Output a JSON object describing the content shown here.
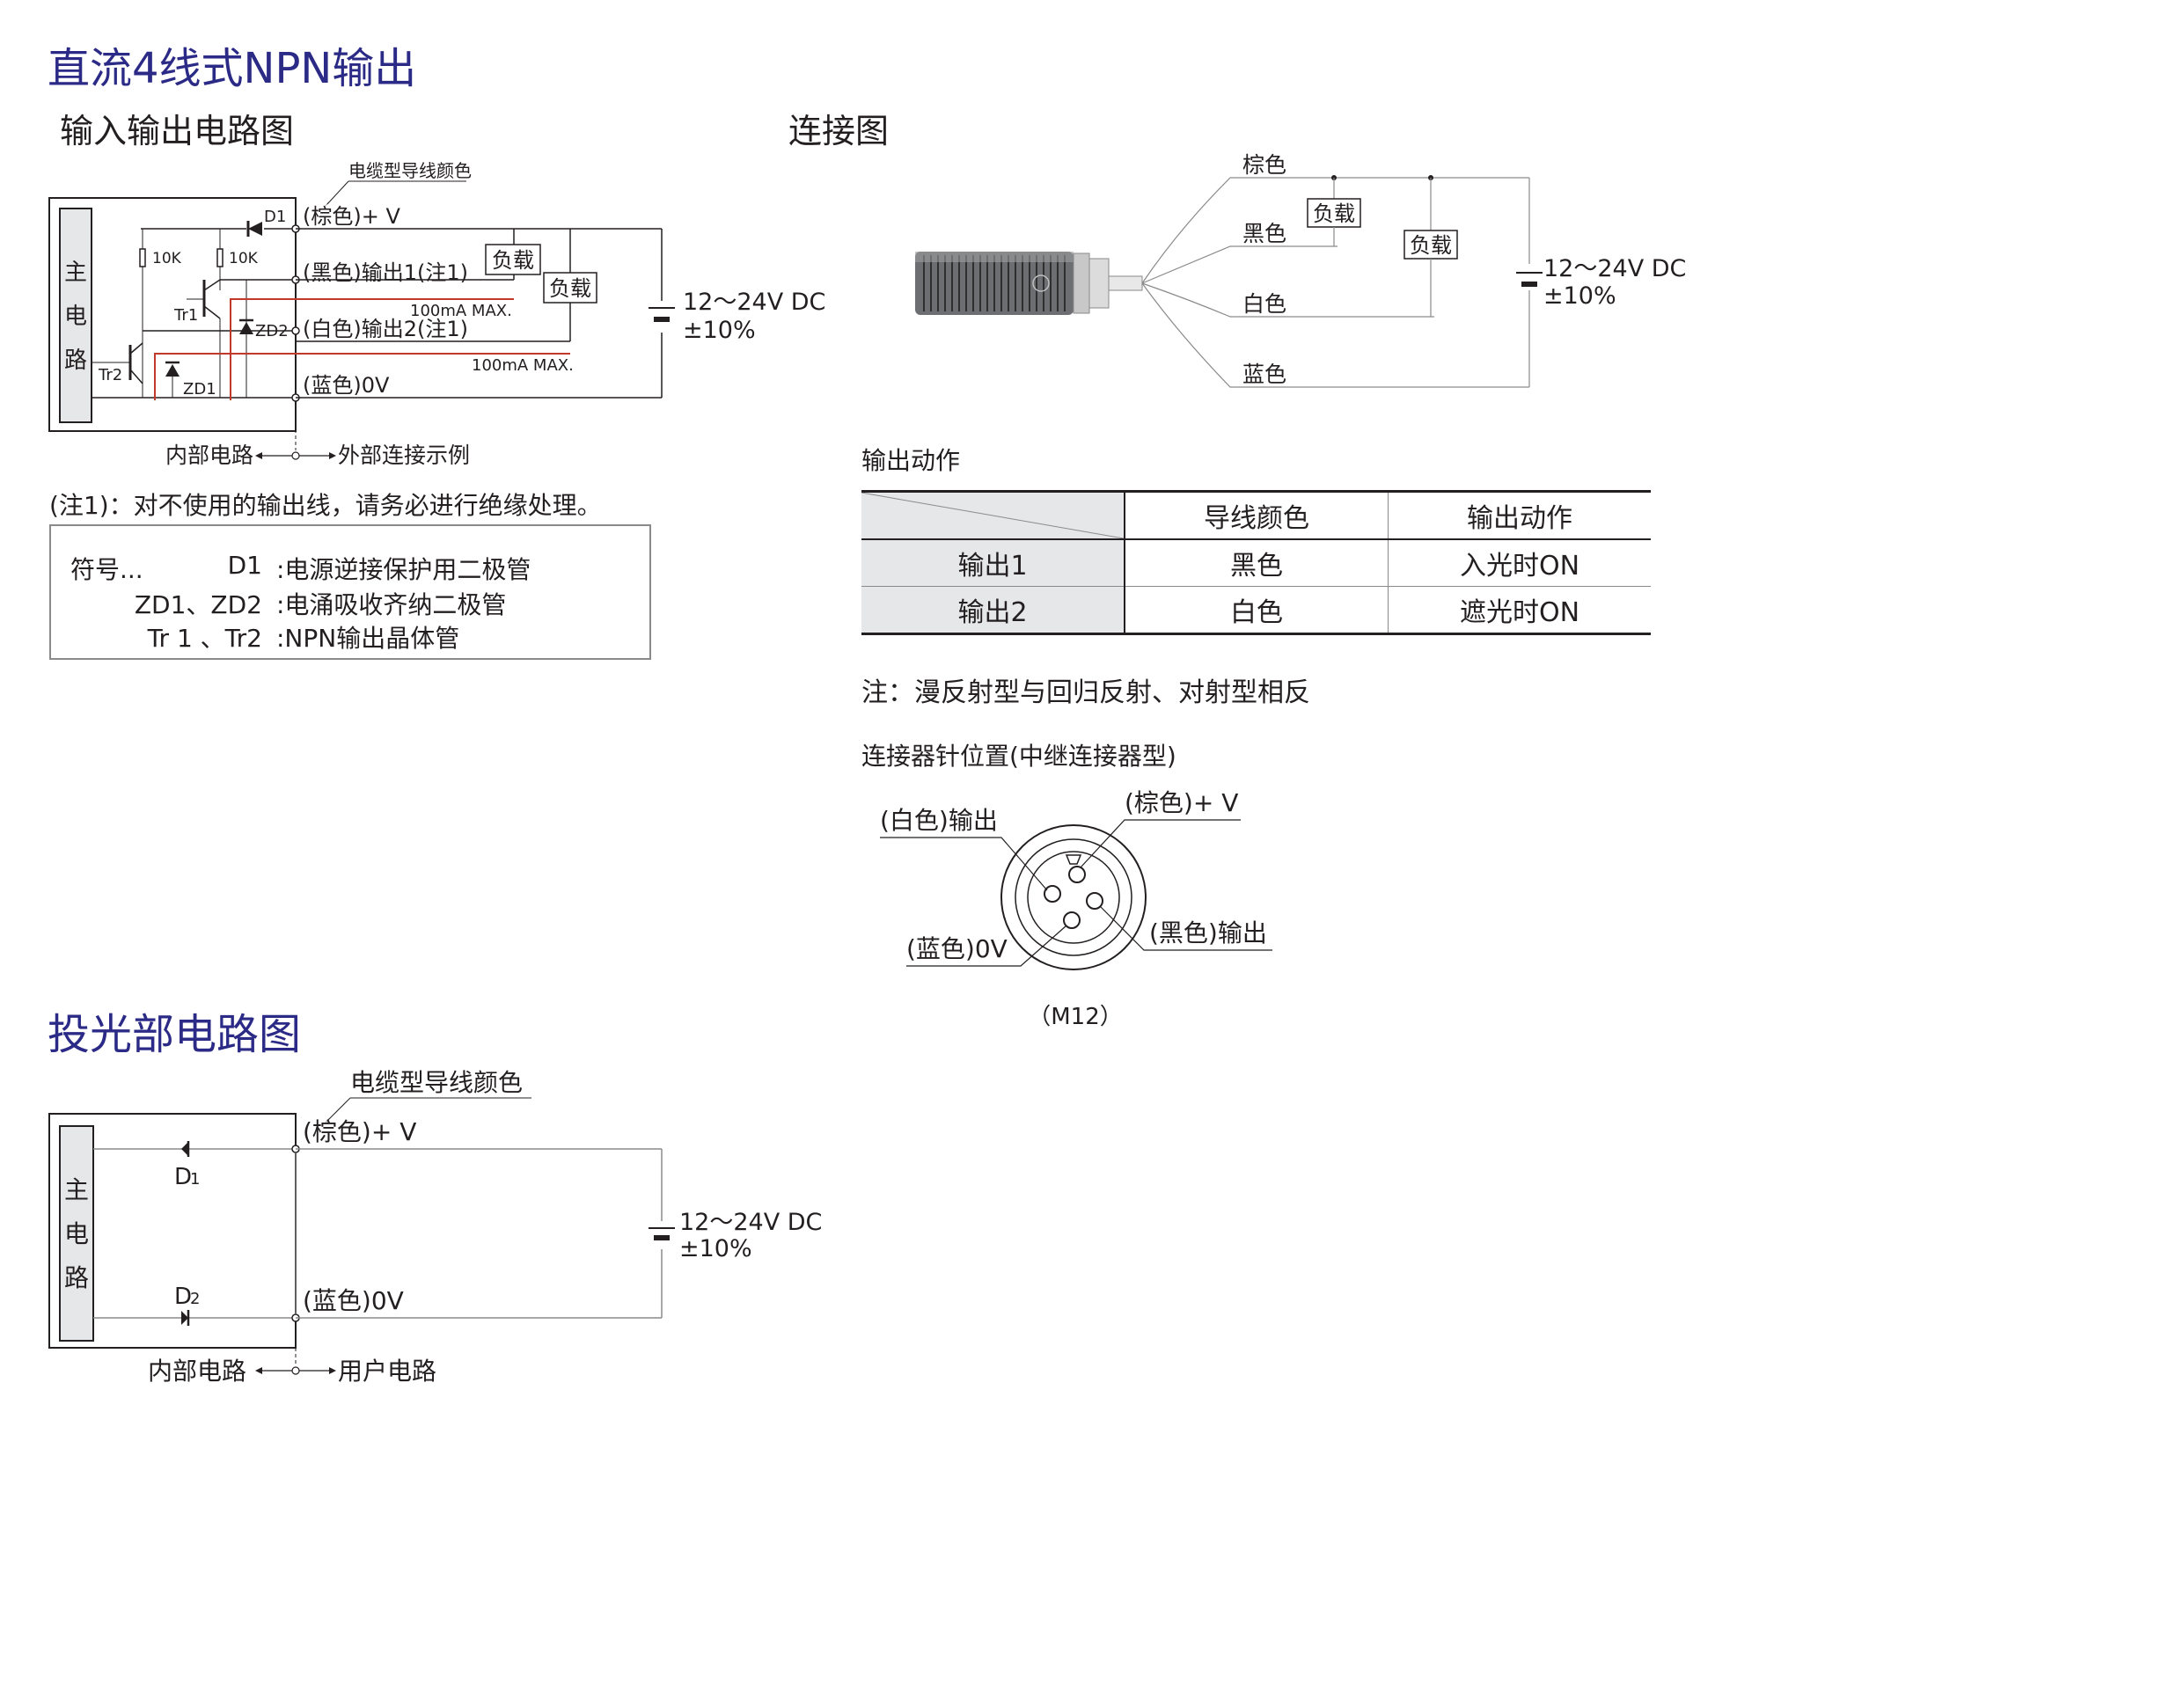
{
  "title": "直流4线式NPN输出",
  "io_circuit": {
    "heading": "输入输出电路图",
    "main_circuit_chars": [
      "主",
      "电",
      "路"
    ],
    "cable_color_label": "电缆型导线颜色",
    "d1_label": "D1",
    "r1_label": "10K",
    "r2_label": "10K",
    "tr1_label": "Tr1",
    "tr2_label": "Tr2",
    "zd1_label": "ZD1",
    "zd2_label": "ZD2",
    "brown_label": "(棕色)+ V",
    "black_label": "(黑色)输出1(注1)",
    "white_label": "(白色)输出2(注1)",
    "blue_label": "(蓝色)0V",
    "max1_label": "100mA MAX.",
    "max2_label": "100mA MAX.",
    "load1_label": "负载",
    "load2_label": "负载",
    "supply_label": "12～24V DC",
    "supply_tol": "±10%",
    "internal_label": "内部电路",
    "external_label": "外部连接示例",
    "note1": "(注1)：对不使用的输出线，请务必进行绝缘处理。"
  },
  "legend": {
    "heading": "符号...",
    "rows": [
      {
        "symbol": "D1",
        "desc": ":电源逆接保护用二极管"
      },
      {
        "symbol": "ZD1、ZD2",
        "desc": ":电涌吸收齐纳二极管"
      },
      {
        "symbol": "Tr 1 、Tr2",
        "desc": ":NPN输出晶体管"
      }
    ]
  },
  "connection": {
    "heading": "连接图",
    "brown": "棕色",
    "black": "黑色",
    "white": "白色",
    "blue": "蓝色",
    "load1": "负载",
    "load2": "负载",
    "supply_label": "12～24V DC",
    "supply_tol": "±10%"
  },
  "output_action": {
    "heading": "输出动作",
    "columns": [
      "",
      "导线颜色",
      "输出动作"
    ],
    "rows": [
      [
        "输出1",
        "黑色",
        "入光时ON"
      ],
      [
        "输出2",
        "白色",
        "遮光时ON"
      ]
    ],
    "note": "注：漫反射型与回归反射、对射型相反"
  },
  "connector": {
    "heading": "连接器针位置(中继连接器型)",
    "white_out": "(白色)输出",
    "brown_v": "(棕色)+ V",
    "blue_0v": "(蓝色)0V",
    "black_out": "(黑色)输出",
    "model": "（M12）"
  },
  "emitter": {
    "heading": "投光部电路图",
    "main_circuit_chars": [
      "主",
      "电",
      "路"
    ],
    "cable_color_label": "电缆型导线颜色",
    "d1_label": "D",
    "d1_sub": "1",
    "d2_label": "D",
    "d2_sub": "2",
    "brown_label": "(棕色)+ V",
    "blue_label": "(蓝色)0V",
    "supply_label": "12～24V DC",
    "supply_tol": "±10%",
    "internal_label": "内部电路",
    "user_label": "用户电路"
  },
  "colors": {
    "heading_blue": "#2b2a86",
    "text": "#231f20",
    "current_path_red": "#c0392b",
    "table_gray": "#e6e7e8",
    "line_gray": "#8a8a8a"
  }
}
